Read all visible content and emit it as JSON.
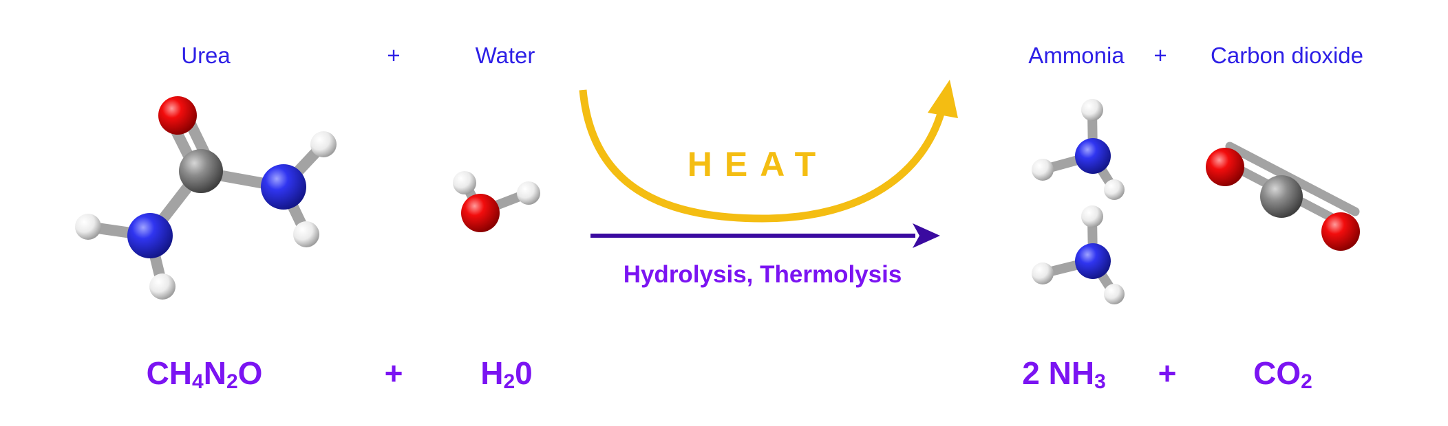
{
  "reactants": {
    "urea_label": "Urea",
    "plus_label": "+",
    "water_label": "Water"
  },
  "products": {
    "ammonia_label": "Ammonia",
    "plus_label": "+",
    "co2_label": "Carbon dioxide"
  },
  "reaction": {
    "heat_label": "HEAT",
    "process_label": "Hydrolysis, Thermolysis"
  },
  "formulas": {
    "urea": {
      "a": "CH",
      "b": "4",
      "c": "N",
      "d": "2",
      "e": "O"
    },
    "plus1": "+",
    "water": {
      "a": "H",
      "b": "2",
      "c": "0"
    },
    "ammonia": {
      "a": "2 NH",
      "b": "3"
    },
    "plus2": "+",
    "co2": {
      "a": "CO",
      "b": "2"
    }
  },
  "colors": {
    "label_blue": "#2d1fe6",
    "formula_purple": "#7b14f2",
    "heat_yellow": "#f4bd12",
    "arrow_indigo": "#3a0aa0",
    "oxygen": "#ee0000",
    "nitrogen": "#2a2ff0",
    "carbon": "#8a8a8a",
    "hydrogen": "#f0f0f0"
  }
}
